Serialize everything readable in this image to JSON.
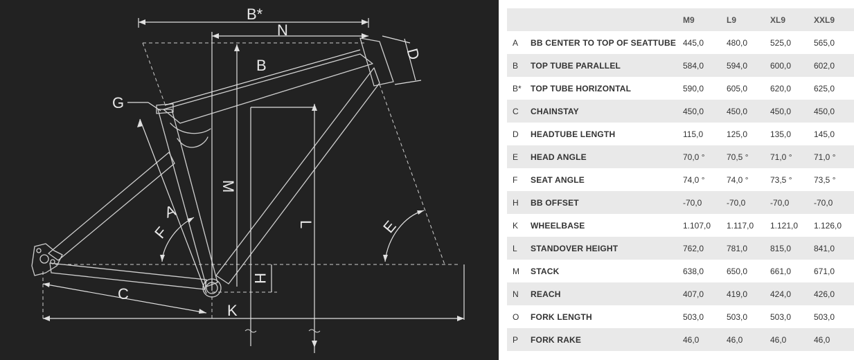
{
  "diagram": {
    "labels": {
      "b_star": "B*",
      "n": "N",
      "b": "B",
      "d": "D",
      "g": "G",
      "m": "M",
      "l": "L",
      "a": "A",
      "f": "F",
      "e": "E",
      "h": "H",
      "c": "C",
      "k": "K"
    }
  },
  "table": {
    "columns": [
      "M9",
      "L9",
      "XL9",
      "XXL9"
    ],
    "rows": [
      {
        "code": "A",
        "name": "BB CENTER TO TOP OF SEATTUBE",
        "values": [
          "445,0",
          "480,0",
          "525,0",
          "565,0"
        ]
      },
      {
        "code": "B",
        "name": "TOP TUBE PARALLEL",
        "values": [
          "584,0",
          "594,0",
          "600,0",
          "602,0"
        ]
      },
      {
        "code": "B*",
        "name": "TOP TUBE HORIZONTAL",
        "values": [
          "590,0",
          "605,0",
          "620,0",
          "625,0"
        ]
      },
      {
        "code": "C",
        "name": "CHAINSTAY",
        "values": [
          "450,0",
          "450,0",
          "450,0",
          "450,0"
        ]
      },
      {
        "code": "D",
        "name": "HEADTUBE LENGTH",
        "values": [
          "115,0",
          "125,0",
          "135,0",
          "145,0"
        ]
      },
      {
        "code": "E",
        "name": "HEAD ANGLE",
        "values": [
          "70,0 °",
          "70,5 °",
          "71,0 °",
          "71,0 °"
        ]
      },
      {
        "code": "F",
        "name": "SEAT ANGLE",
        "values": [
          "74,0 °",
          "74,0 °",
          "73,5 °",
          "73,5 °"
        ]
      },
      {
        "code": "H",
        "name": "BB OFFSET",
        "values": [
          "-70,0",
          "-70,0",
          "-70,0",
          "-70,0"
        ]
      },
      {
        "code": "K",
        "name": "WHEELBASE",
        "values": [
          "1.107,0",
          "1.117,0",
          "1.121,0",
          "1.126,0"
        ]
      },
      {
        "code": "L",
        "name": "STANDOVER HEIGHT",
        "values": [
          "762,0",
          "781,0",
          "815,0",
          "841,0"
        ]
      },
      {
        "code": "M",
        "name": "STACK",
        "values": [
          "638,0",
          "650,0",
          "661,0",
          "671,0"
        ]
      },
      {
        "code": "N",
        "name": "REACH",
        "values": [
          "407,0",
          "419,0",
          "424,0",
          "426,0"
        ]
      },
      {
        "code": "O",
        "name": "FORK LENGTH",
        "values": [
          "503,0",
          "503,0",
          "503,0",
          "503,0"
        ]
      },
      {
        "code": "P",
        "name": "FORK RAKE",
        "values": [
          "46,0",
          "46,0",
          "46,0",
          "46,0"
        ]
      }
    ]
  }
}
